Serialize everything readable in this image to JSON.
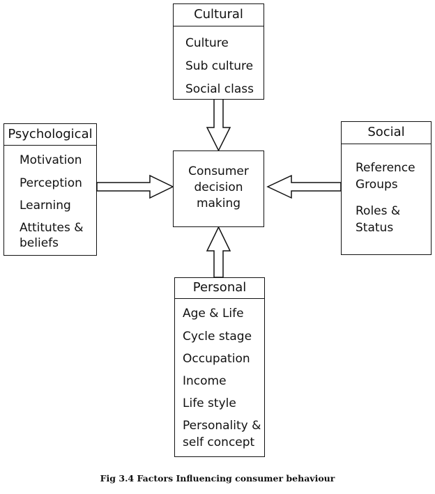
{
  "cultural": {
    "title": "Cultural",
    "items": [
      "Culture",
      "Sub culture",
      "Social class"
    ]
  },
  "psychological": {
    "title": "Psychological",
    "items": [
      "Motivation",
      "Perception",
      "Learning",
      "Attitutes &",
      "beliefs"
    ]
  },
  "social": {
    "title": "Social",
    "items": [
      "Reference",
      "Groups",
      "Roles &",
      "Status"
    ]
  },
  "personal": {
    "title": "Personal",
    "items": [
      "Age & Life",
      "Cycle stage",
      "Occupation",
      "Income",
      "Life style",
      "Personality &",
      "self concept"
    ]
  },
  "center": {
    "lines": [
      "Consumer",
      "decision",
      "making"
    ]
  },
  "caption": "Fig 3.4   Factors Influencing consumer behaviour"
}
